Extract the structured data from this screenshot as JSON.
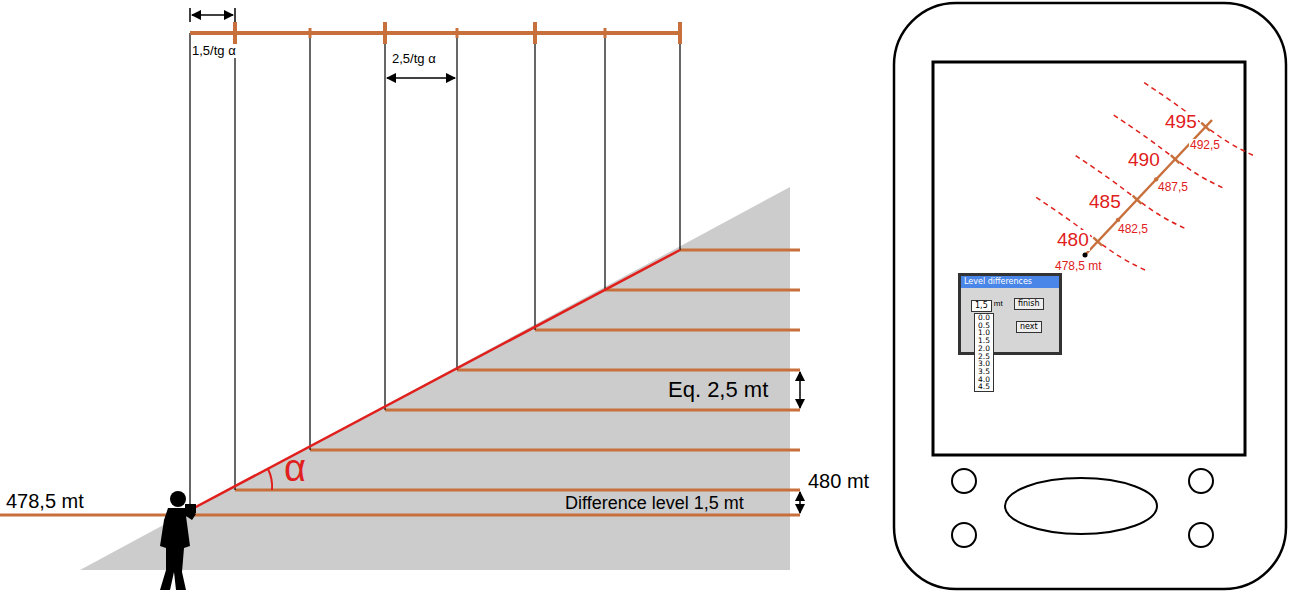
{
  "diagram": {
    "nodes": [
      {
        "text": [
          "Level differences"
        ]
      },
      {
        "text": [
          "1,5"
        ],
        "in": 0
      },
      {
        "text": [
          "finish"
        ],
        "in": 0
      },
      {
        "text": [
          "next"
        ],
        "in": 0
      },
      {
        "text": [
          "0.0",
          "0.5",
          "1.0",
          "1.5",
          "2.0",
          "2.5",
          "3.0",
          "3.5",
          "4.0",
          "4.5"
        ],
        "in": 0
      }
    ],
    "labels": [
      "1,5/tg α",
      "2,5/tg α",
      "α",
      "Eq. 2,5 mt",
      "480 mt",
      "478,5 mt",
      "Difference level 1,5 mt",
      "495",
      "492,5",
      "490",
      "487,5",
      "485",
      "482,5",
      "480",
      "478,5 mt",
      "mt"
    ]
  }
}
